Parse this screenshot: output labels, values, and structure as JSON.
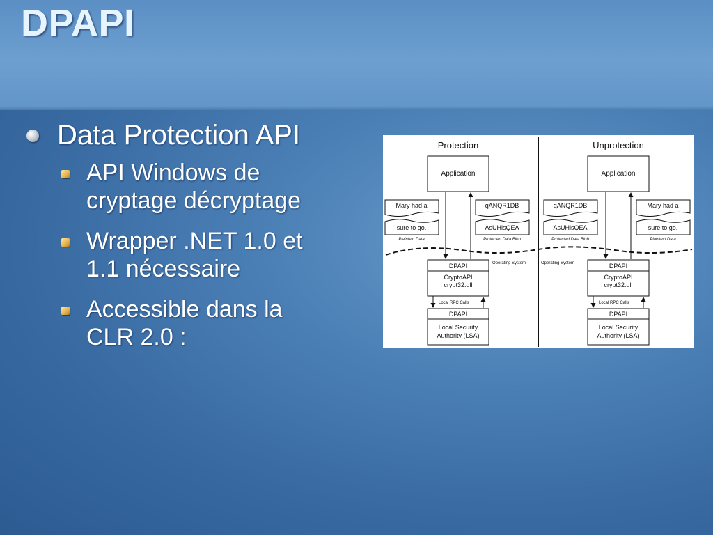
{
  "slide": {
    "title": "DPAPI",
    "bullets": {
      "main": "Data Protection API",
      "subs": [
        {
          "line1": "API Windows de",
          "line2": "cryptage décryptage"
        },
        {
          "line1": "Wrapper .NET 1.0 et",
          "line2": "1.1 nécessaire"
        },
        {
          "line1": "Accessible dans la",
          "line2": "CLR 2.0 :"
        }
      ]
    }
  },
  "diagram": {
    "protection": {
      "heading": "Protection",
      "application": "Application",
      "left_doc": {
        "line1": "Mary had a",
        "line2": "sure to go.",
        "caption": "Plaintext Data"
      },
      "right_doc": {
        "line1": "qANQR1DB",
        "line2": "AsUHlsQEA",
        "caption": "Protected Data Blob"
      },
      "os_label": "Operating System",
      "dpapi_top": "DPAPI",
      "crypto_line1": "CryptoAPI",
      "crypto_line2": "crypt32.dll",
      "rpc_label": "Local RPC Calls",
      "dpapi_bottom": "DPAPI",
      "lsa_line1": "Local Security",
      "lsa_line2": "Authority (LSA)"
    },
    "unprotection": {
      "heading": "Unprotection",
      "application": "Application",
      "left_doc": {
        "line1": "qANQR1DB",
        "line2": "AsUHlsQEA",
        "caption": "Protected Data Blob"
      },
      "right_doc": {
        "line1": "Mary had a",
        "line2": "sure to go.",
        "caption": "Plaintext Data"
      },
      "os_label": "Operating System",
      "dpapi_top": "DPAPI",
      "crypto_line1": "CryptoAPI",
      "crypto_line2": "crypt32.dll",
      "rpc_label": "Local RPC Calls",
      "dpapi_bottom": "DPAPI",
      "lsa_line1": "Local Security",
      "lsa_line2": "Authority (LSA)"
    }
  }
}
